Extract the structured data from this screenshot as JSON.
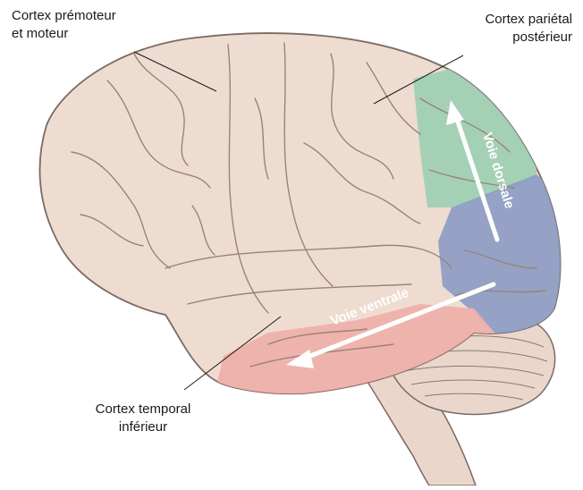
{
  "labels": {
    "premotor": [
      "Cortex prémoteur",
      "et moteur"
    ],
    "parietal": [
      "Cortex pariétal",
      "postérieur"
    ],
    "temporal": [
      "Cortex temporal",
      "inférieur"
    ]
  },
  "pathways": {
    "dorsal": "Voie dorsale",
    "ventral": "Voie ventrale"
  },
  "colors": {
    "brain": "#efdcd0",
    "outline": "#7a6a63",
    "parietal_region": "#9fd0b4",
    "occipital_region": "#8f9ec4",
    "temporal_region": "#eeb0ab",
    "arrow": "#ffffff"
  }
}
